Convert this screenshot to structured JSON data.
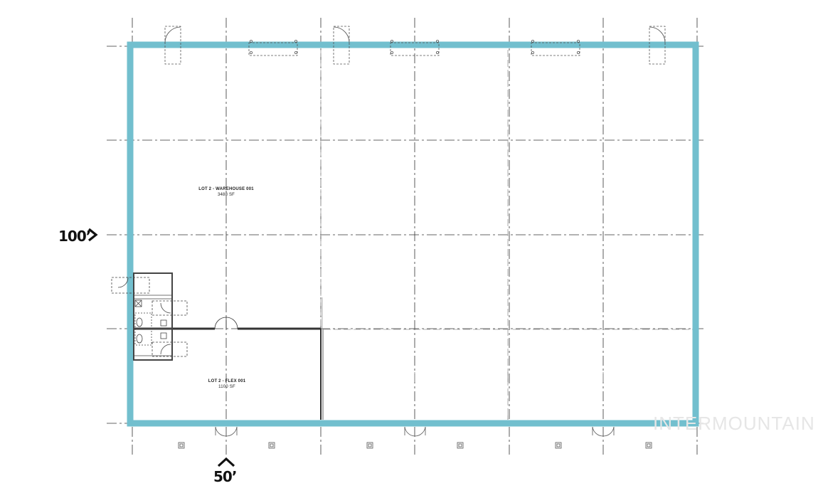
{
  "colors": {
    "wall": "#72bfce",
    "gridline": "#333333",
    "linework": "#555555",
    "watermark": "#e6e6e6"
  },
  "rooms": [
    {
      "name": "LOT 2 - WAREHOUSE 001",
      "area": "3488 SF"
    },
    {
      "name": "LOT 2 - FLEX 001",
      "area": "1100 SF"
    }
  ],
  "dimensions": {
    "vertical": "100’",
    "horizontal": "50’"
  },
  "icons": {
    "vertical_arrow": "chevron-right-icon",
    "horizontal_arrow": "chevron-up-icon"
  },
  "watermark": "INTERMOUNTAIN"
}
